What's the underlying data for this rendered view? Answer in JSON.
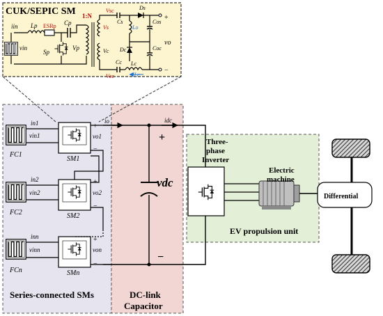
{
  "colors": {
    "inset_bg": "#fdf5cf",
    "inset_border": "#333333",
    "sm_panel_bg": "#e6e4ef",
    "dc_panel_bg": "#f1d6d3",
    "ev_panel_bg": "#e4efd7",
    "panel_border": "#555555",
    "wire": "#000000",
    "accent_red": "#c00000",
    "accent_blue": "#1f6fd1"
  },
  "inset": {
    "title": "CUK/SEPIC SM",
    "i_in": "iin",
    "L_p": "Lp",
    "ESR": "ESRp",
    "C_p": "Cp",
    "v_in": "vin",
    "S_p": "Sp",
    "V_p": "Vp",
    "ratio": "1:N",
    "V_sc": "Vsc",
    "V_s": "Vs",
    "V_c": "Vc",
    "C_s": "Cs",
    "L_o": "Lo",
    "D_s": "Ds",
    "C_os": "Cos",
    "C_oc": "Coc",
    "D_c": "Dc",
    "C_c": "Cc",
    "L_c": "Lc",
    "V_cc": "Vcc",
    "I_Lc": "ILc",
    "v_o": "vo",
    "minus": "−",
    "plus": "+"
  },
  "modules": [
    {
      "fc": "FC1",
      "sm": "SM1",
      "i": "in1",
      "vin": "vin1",
      "vo": "vo1"
    },
    {
      "fc": "FC2",
      "sm": "SM2",
      "i": "in2",
      "vin": "vin2",
      "vo": "vo2"
    },
    {
      "fc": "FCn",
      "sm": "SMn",
      "i": "inn",
      "vin": "vinn",
      "vo": "von"
    }
  ],
  "labels": {
    "i_o": "io",
    "i_dc": "idc",
    "v_dc": "vdc",
    "plus": "+",
    "minus": "−",
    "series": "Series-connected SMs",
    "dc_link_1": "DC-link",
    "dc_link_2": "Capacitor",
    "inverter_1": "Three-",
    "inverter_2": "phase",
    "inverter_3": "Inverter",
    "machine_1": "Electric",
    "machine_2": "machine",
    "ev_unit": "EV propulsion unit",
    "differential": "Differential"
  },
  "icons": {
    "fuel_cell": "fuel-cell-icon",
    "switch": "mosfet-switch-icon",
    "capacitor": "capacitor-icon",
    "motor": "electric-motor-icon",
    "wheel": "wheel-icon"
  }
}
